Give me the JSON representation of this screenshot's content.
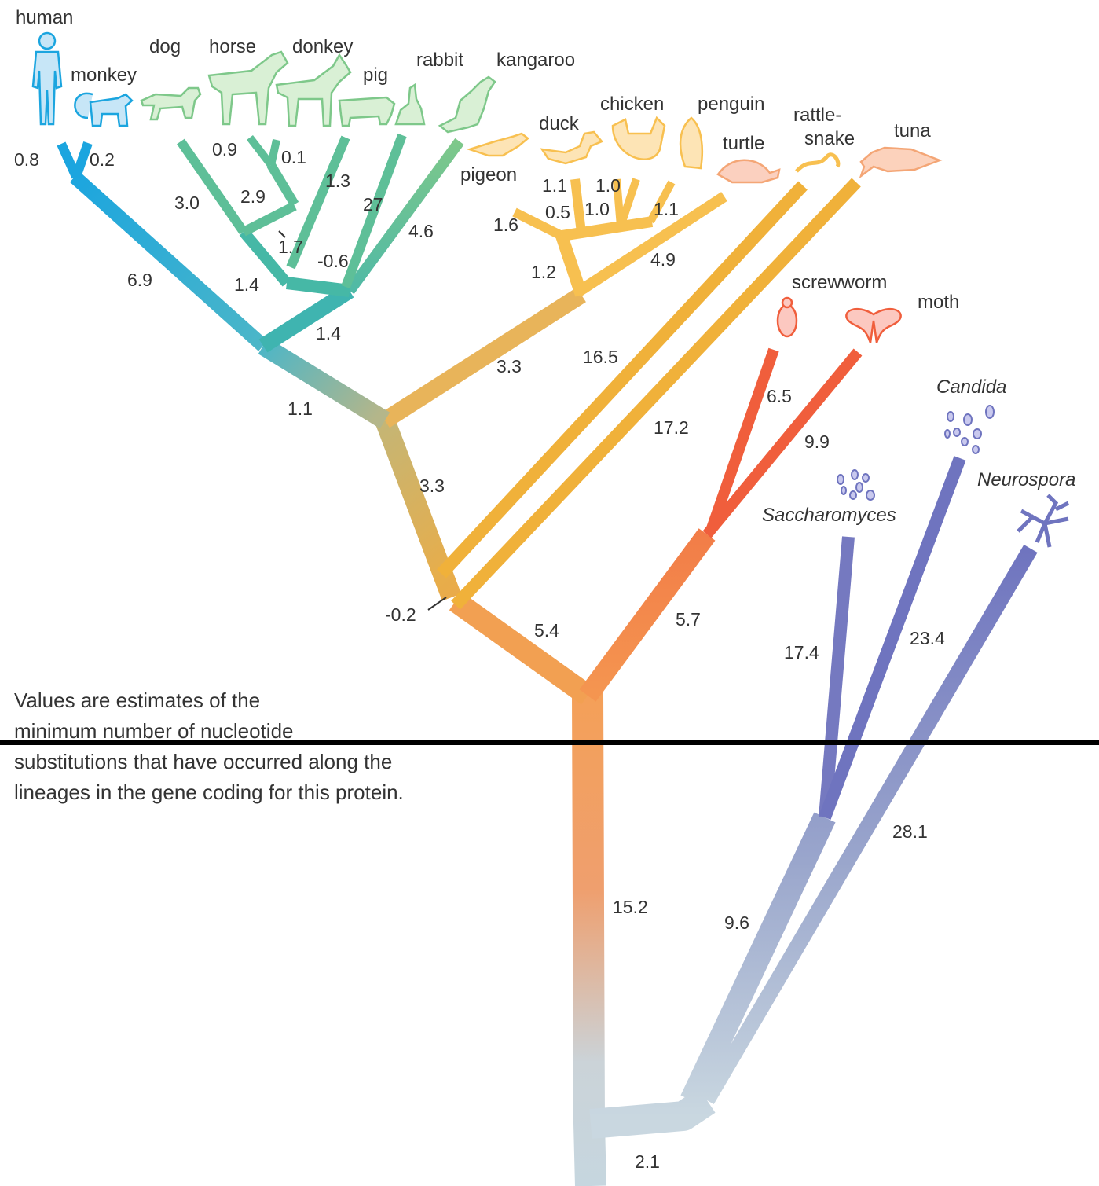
{
  "diagram": {
    "type": "phylogenetic tree",
    "caption_lines": [
      "Values are estimates of the",
      "minimum number of nucleotide",
      "substitutions that have occurred along the",
      "lineages in the gene coding for this protein."
    ],
    "taxa": {
      "human": "human",
      "monkey": "monkey",
      "dog": "dog",
      "horse": "horse",
      "donkey": "donkey",
      "pig": "pig",
      "rabbit": "rabbit",
      "kangaroo": "kangaroo",
      "pigeon": "pigeon",
      "duck": "duck",
      "chicken": "chicken",
      "penguin": "penguin",
      "turtle": "turtle",
      "rattlesnake_1": "rattle-",
      "rattlesnake_2": "snake",
      "tuna": "tuna",
      "screwworm": "screwworm",
      "moth": "moth",
      "candida": "Candida",
      "neurospora": "Neurospora",
      "saccharomyces": "Saccharomyces"
    },
    "branch_lengths": {
      "human": "0.8",
      "monkey": "0.2",
      "horse": "0.9",
      "donkey": "0.1",
      "dog": "3.0",
      "horse_donkey": "2.9",
      "pig": "1.3",
      "rabbit": "27",
      "kangaroo": "4.6",
      "dog_equid": "1.7",
      "dog_equid_pig": "-0.6",
      "placental_inner": "1.4",
      "placental": "1.4",
      "primates": "6.9",
      "mammals": "1.1",
      "duck": "1.1",
      "chicken": "1.0",
      "duck_chicken": "0.5",
      "galloanserae": "1.0",
      "penguin": "1.1",
      "pigeon": "1.6",
      "birds": "1.2",
      "turtle": "4.9",
      "sauropsids": "3.3",
      "rattlesnake": "16.5",
      "tuna": "17.2",
      "amniotes": "3.3",
      "tetrapod_split": "-0.2",
      "vertebrates": "5.4",
      "screwworm": "6.5",
      "moth": "9.9",
      "insects": "5.7",
      "saccharomyces": "17.4",
      "candida": "23.4",
      "neurospora": "28.1",
      "fungi": "9.6",
      "animals": "15.2",
      "root": "2.1"
    },
    "colors": {
      "primates": "#2aa6dc",
      "mammals": "#6cc39a",
      "birds": "#f8c050",
      "reptiles_fish": "#f3b43a",
      "insects": "#f06a48",
      "fungi": "#6f74bf",
      "root": "#c8d8e0"
    },
    "icons": [
      "human-icon",
      "monkey-icon",
      "dog-icon",
      "horse-icon",
      "donkey-icon",
      "pig-icon",
      "rabbit-icon",
      "kangaroo-icon",
      "pigeon-icon",
      "duck-icon",
      "chicken-icon",
      "penguin-icon",
      "turtle-icon",
      "rattlesnake-icon",
      "tuna-icon",
      "screwworm-icon",
      "moth-icon",
      "candida-icon",
      "saccharomyces-icon",
      "neurospora-icon"
    ]
  }
}
